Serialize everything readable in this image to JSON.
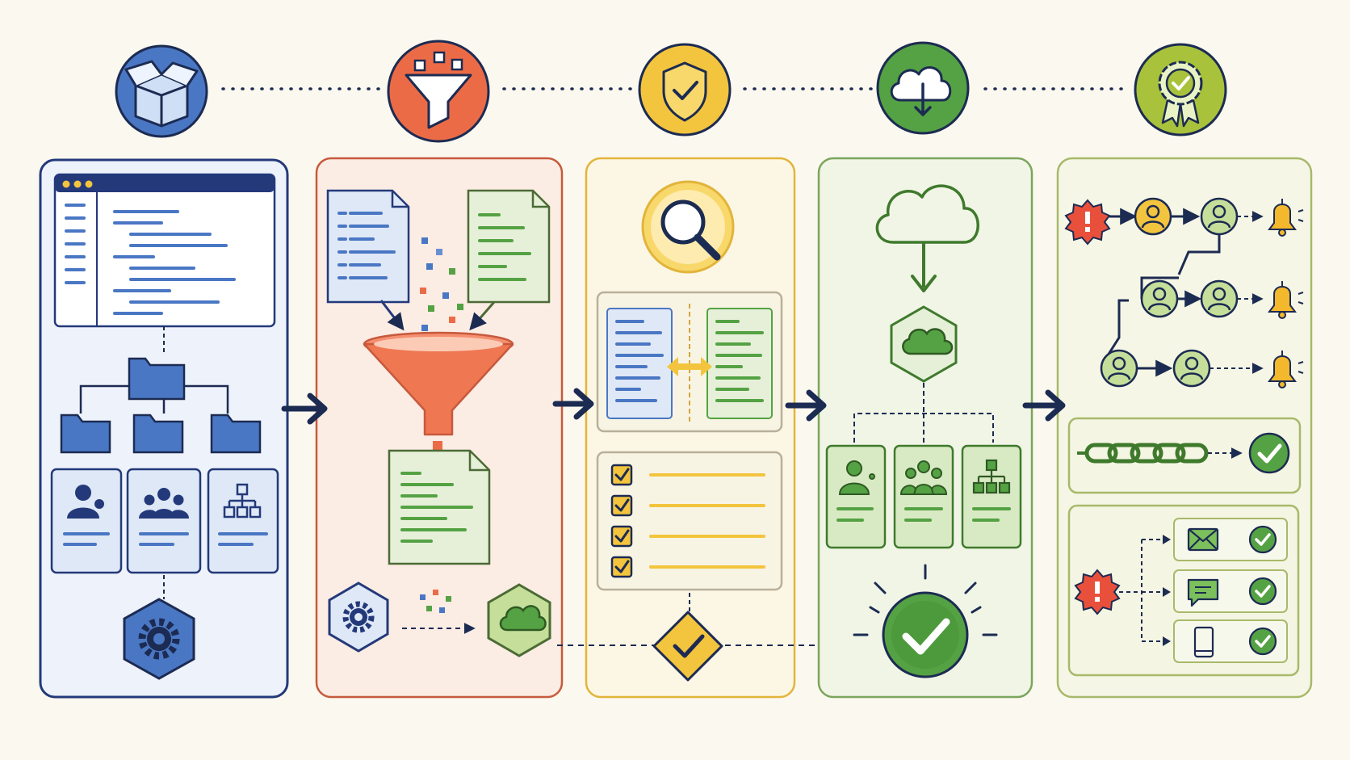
{
  "diagram": {
    "stages": [
      {
        "id": "source",
        "icon": "open-box-icon",
        "color": "#4a77c4",
        "panel_fill": "#eef2fa",
        "panel_stroke": "#23397a"
      },
      {
        "id": "filter",
        "icon": "funnel-icon",
        "color": "#ec6b47",
        "panel_fill": "#fbece4",
        "panel_stroke": "#c65a3c"
      },
      {
        "id": "validate",
        "icon": "shield-check-icon",
        "color": "#f3c43d",
        "panel_fill": "#fcf6e5",
        "panel_stroke": "#e2b43a"
      },
      {
        "id": "deploy",
        "icon": "cloud-download-icon",
        "color": "#55a244",
        "panel_fill": "#f1f5e6",
        "panel_stroke": "#7ba55c"
      },
      {
        "id": "certify",
        "icon": "award-ribbon-icon",
        "color": "#a9c23b",
        "panel_fill": "#f6f6e6",
        "panel_stroke": "#a8b96a"
      }
    ],
    "colors": {
      "navy": "#1c2b52",
      "blue": "#4a77c4",
      "orange": "#ec6b47",
      "yellow": "#f3c43d",
      "green": "#55a244",
      "lime": "#a9c23b",
      "alert_red": "#e9503c",
      "bell_yellow": "#f4b82c"
    }
  }
}
